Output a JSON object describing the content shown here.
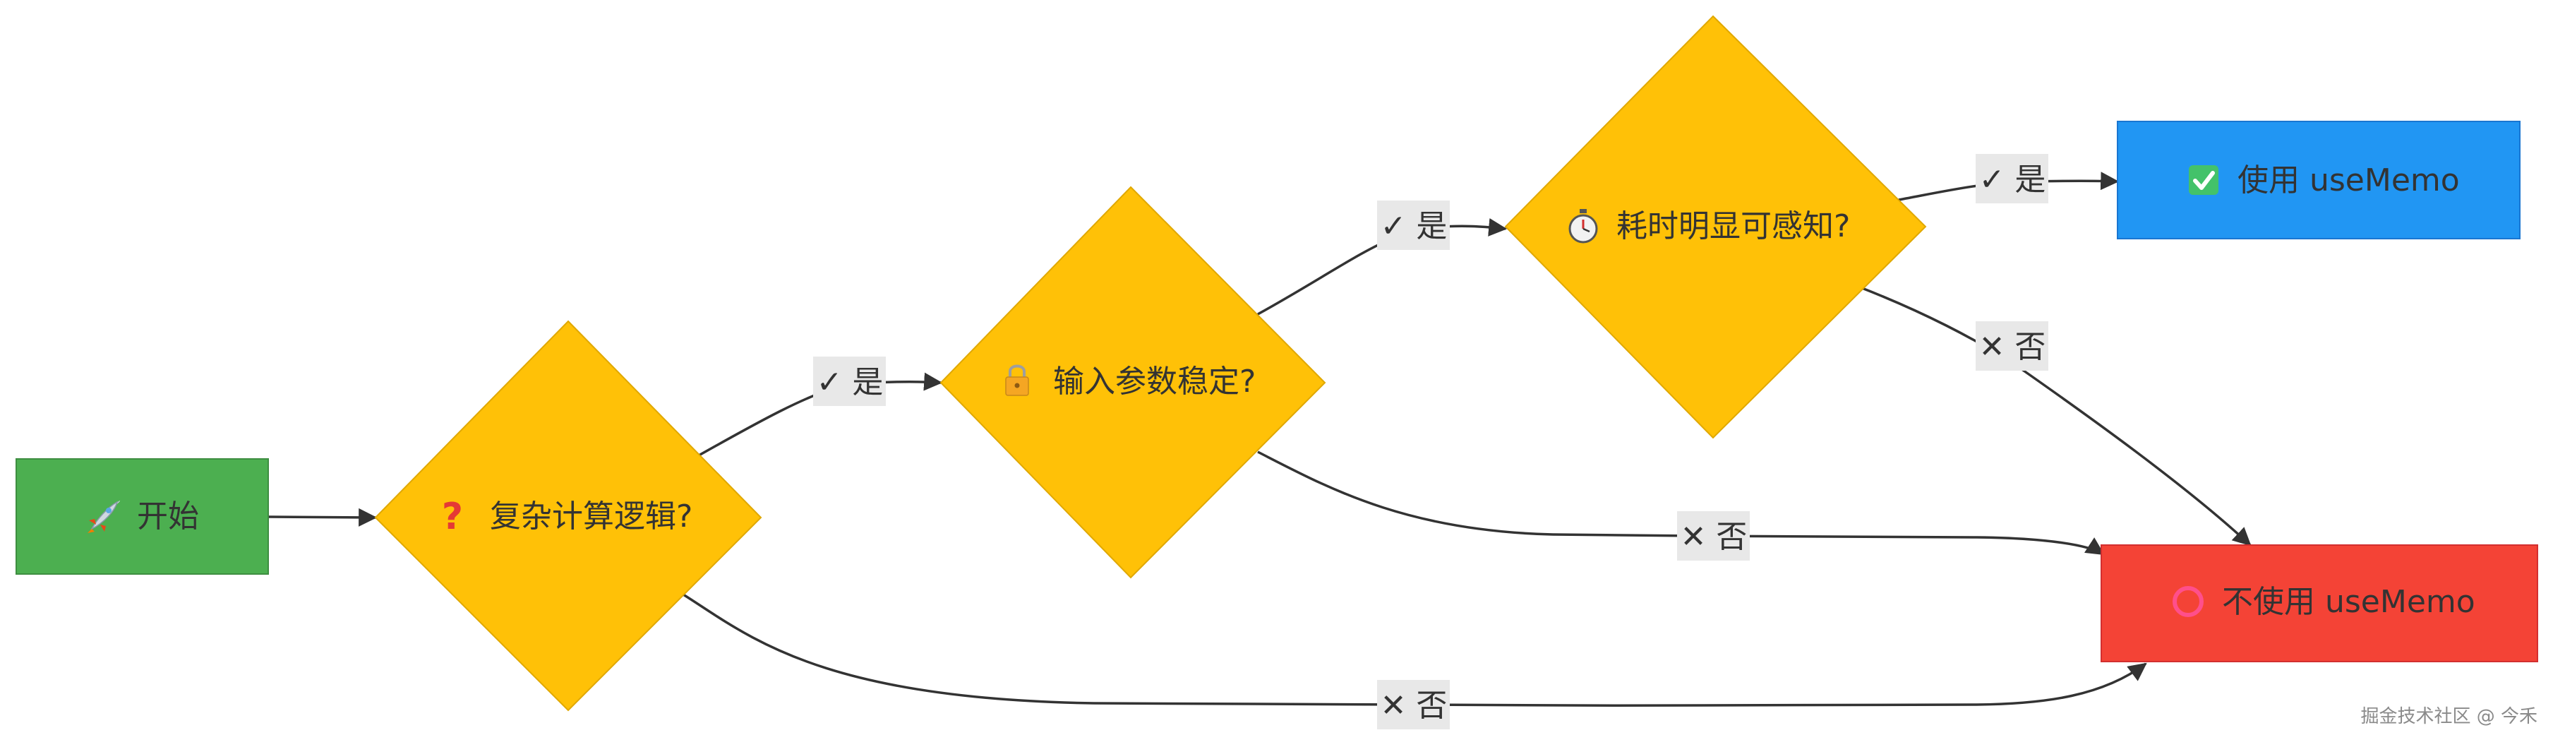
{
  "nodes": {
    "start": {
      "label": "开始",
      "icon": "rocket-icon",
      "fill": "#4caf50"
    },
    "q1": {
      "label": "复杂计算逻辑?",
      "icon": "question-mark-icon",
      "fill": "#ffc107"
    },
    "q2": {
      "label": "输入参数稳定?",
      "icon": "lock-icon",
      "fill": "#ffc107"
    },
    "q3": {
      "label": "耗时明显可感知?",
      "icon": "stopwatch-icon",
      "fill": "#ffc107"
    },
    "use": {
      "label": "使用 useMemo",
      "icon": "check-box-icon",
      "fill": "#2196f3"
    },
    "nouse": {
      "label": "不使用 useMemo",
      "icon": "circle-icon",
      "fill": "#f44336"
    }
  },
  "edges": {
    "q1_yes": "✓ 是",
    "q2_yes": "✓ 是",
    "q3_yes": "✓ 是",
    "q3_no": "✕ 否",
    "q2_no": "✕ 否",
    "q1_no": "✕ 否"
  },
  "watermark": "掘金技术社区 @ 今禾"
}
